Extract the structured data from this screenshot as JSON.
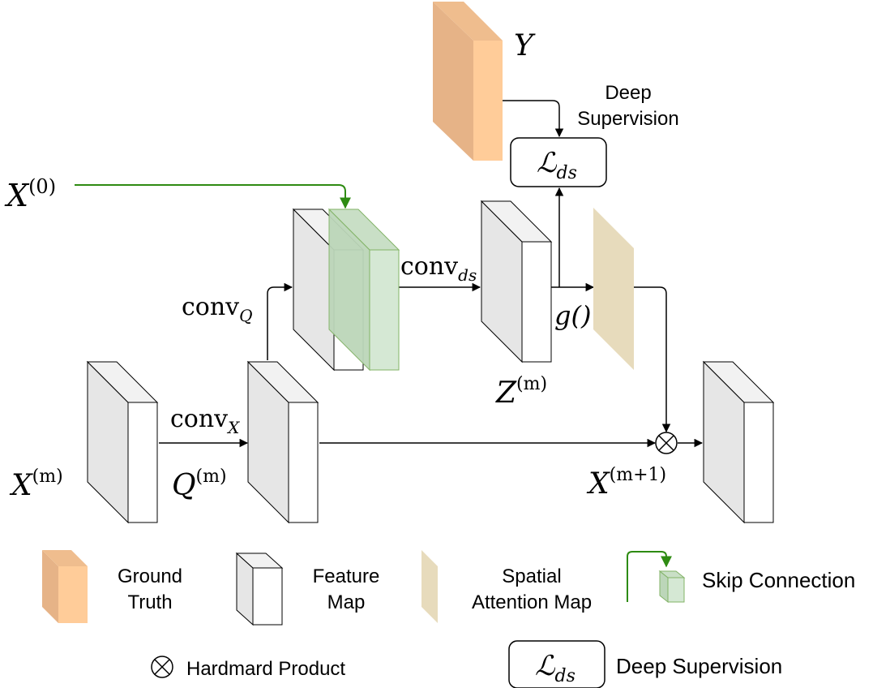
{
  "inputs": {
    "x0": "X",
    "x0_sup": "(0)",
    "y": "Y"
  },
  "nodes": {
    "xm": "X",
    "xm_sup": "(m)",
    "qm": "Q",
    "qm_sup": "(m)",
    "zm": "Z",
    "zm_sup": "(m)",
    "xm1": "X",
    "xm1_sup": "(m+1)",
    "g": "g()"
  },
  "ops": {
    "conv_x": "conv",
    "conv_x_sub": "X",
    "conv_q": "conv",
    "conv_q_sub": "Q",
    "conv_ds": "conv",
    "conv_ds_sub": "ds"
  },
  "loss": {
    "symbol": "ℒ",
    "sub": "ds",
    "title_line1": "Deep",
    "title_line2": "Supervision"
  },
  "legend": {
    "ground_truth_1": "Ground",
    "ground_truth_2": "Truth",
    "feature_map_1": "Feature",
    "feature_map_2": "Map",
    "attention_1": "Spatial",
    "attention_2": "Attention Map",
    "skip": "Skip Connection",
    "hadamard": "Hardmard Product",
    "deep_supervision": "Deep Supervision"
  },
  "colors": {
    "feature_front": "#ffffff",
    "feature_side": "#e6e6e6",
    "ground_truth_front": "#ffcc99",
    "ground_truth_side": "#e6b387",
    "skip_front": "#d5e8d4",
    "skip_side": "#bcd6b9",
    "skip_stroke": "#82b366",
    "attention": "#e7dbbc",
    "skip_arrow": "#2e8b12"
  }
}
